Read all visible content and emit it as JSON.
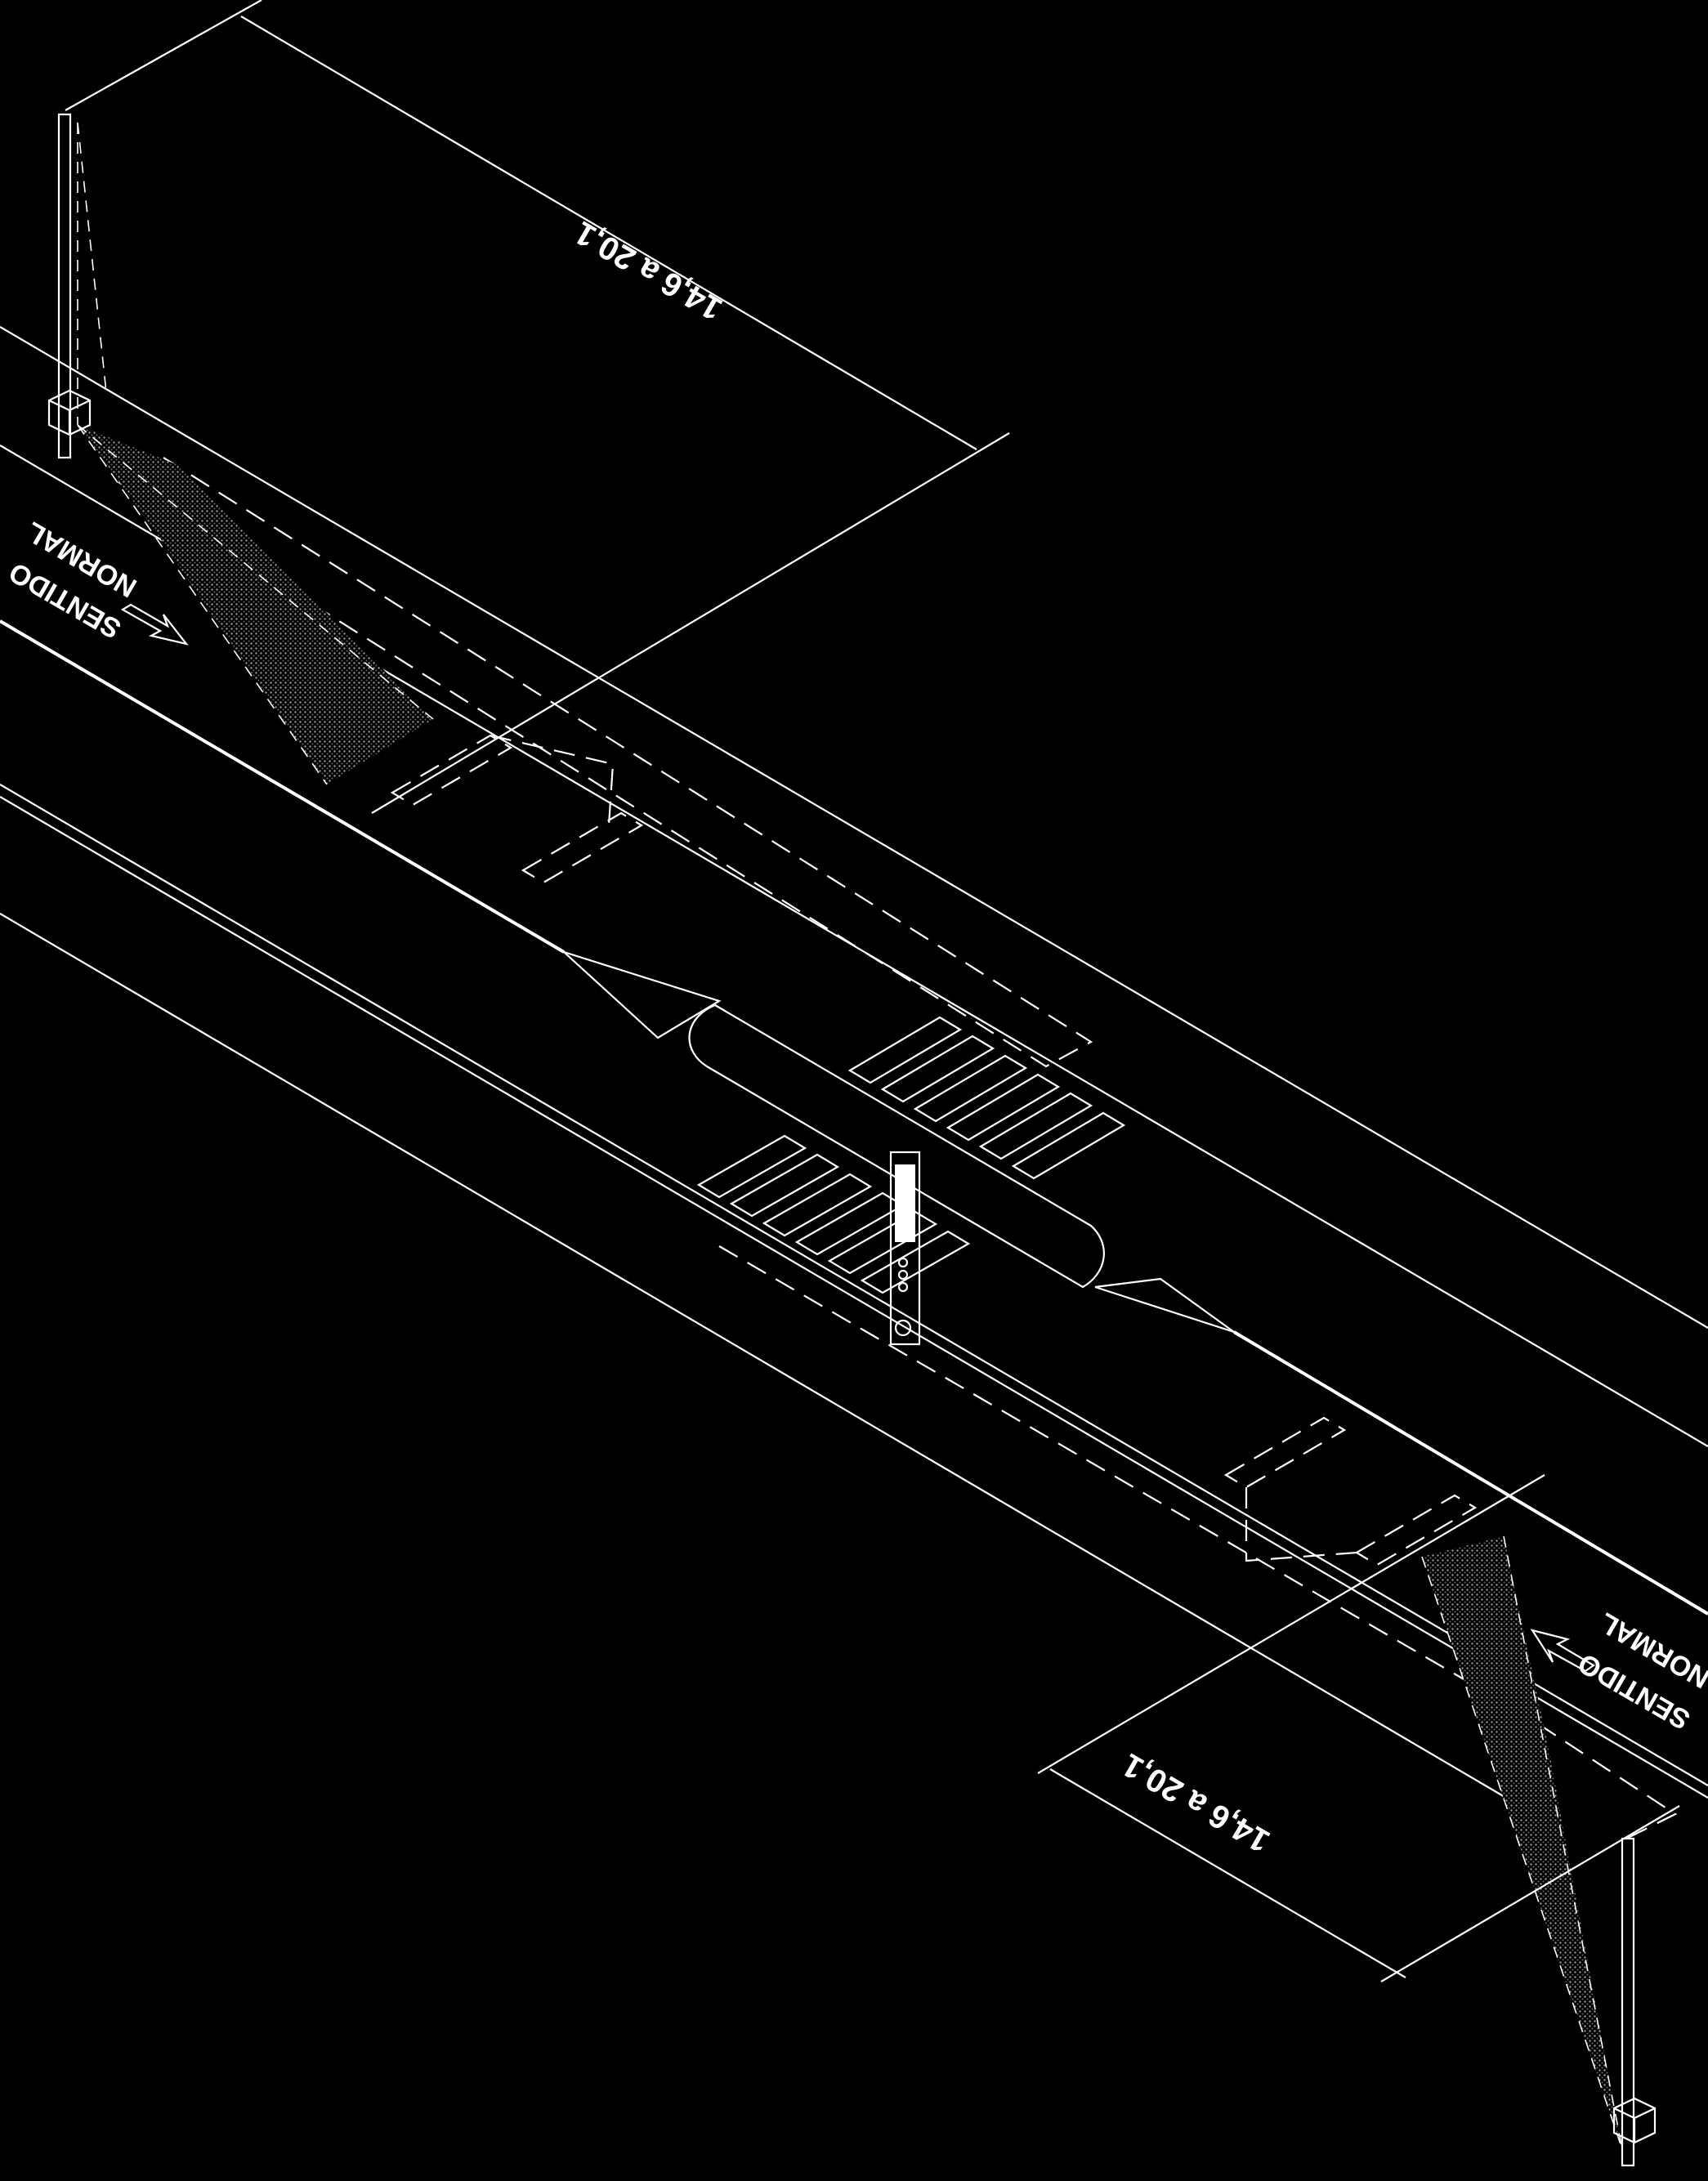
{
  "drawing": {
    "dimension_top": "14,6 a 20,1",
    "dimension_bottom": "14,6 a 20,1",
    "direction_top": {
      "line1": "SENTIDO",
      "line2": "NORMAL"
    },
    "direction_bottom": {
      "line1": "SENTIDO",
      "line2": "NORMAL"
    }
  },
  "colors": {
    "background": "#000000",
    "line": "#ffffff",
    "shading": "#9a9a9a"
  }
}
